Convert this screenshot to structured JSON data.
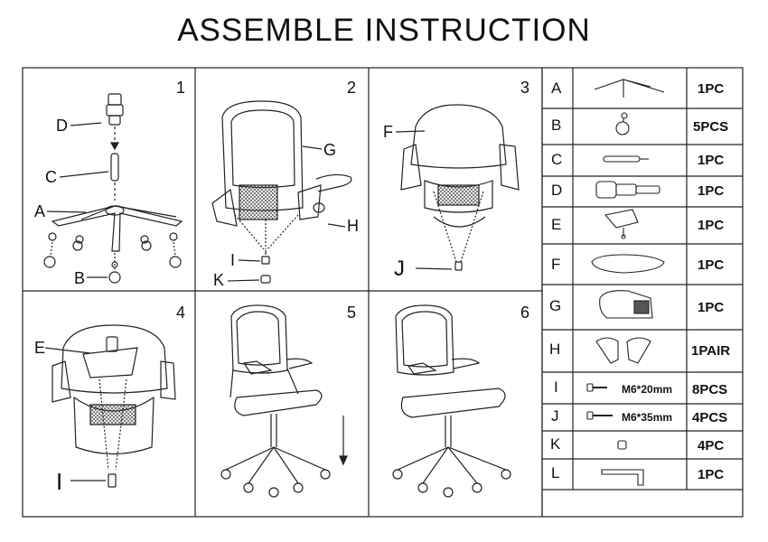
{
  "title": "ASSEMBLE INSTRUCTION",
  "steps": [
    "1",
    "2",
    "3",
    "4",
    "5",
    "6"
  ],
  "step_labels": {
    "s1": [
      "D",
      "C",
      "A",
      "B"
    ],
    "s2": [
      "G",
      "H",
      "I",
      "K"
    ],
    "s3": [
      "F",
      "J"
    ],
    "s4": [
      "E",
      "I"
    ]
  },
  "parts": [
    {
      "letter": "A",
      "qty": "1PC",
      "spec": ""
    },
    {
      "letter": "B",
      "qty": "5PCS",
      "spec": ""
    },
    {
      "letter": "C",
      "qty": "1PC",
      "spec": ""
    },
    {
      "letter": "D",
      "qty": "1PC",
      "spec": ""
    },
    {
      "letter": "E",
      "qty": "1PC",
      "spec": ""
    },
    {
      "letter": "F",
      "qty": "1PC",
      "spec": ""
    },
    {
      "letter": "G",
      "qty": "1PC",
      "spec": ""
    },
    {
      "letter": "H",
      "qty": "1PAIR",
      "spec": ""
    },
    {
      "letter": "I",
      "qty": "8PCS",
      "spec": "M6*20mm"
    },
    {
      "letter": "J",
      "qty": "4PCS",
      "spec": "M6*35mm"
    },
    {
      "letter": "K",
      "qty": "4PC",
      "spec": ""
    },
    {
      "letter": "L",
      "qty": "1PC",
      "spec": ""
    }
  ]
}
